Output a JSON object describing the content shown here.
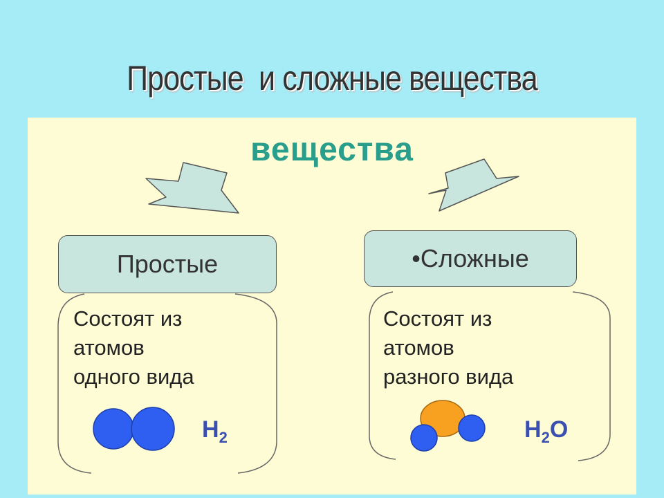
{
  "title": "Простые  и сложные вещества",
  "root": {
    "label": "вещества"
  },
  "simple": {
    "category": "Простые",
    "description": "Состоят из\nатомов\nодного вида",
    "formula": {
      "base": "H",
      "sub": "2"
    }
  },
  "complex": {
    "category": "•Сложные",
    "description": "Состоят из\nатомов\nразного вида",
    "formula": {
      "base": "H",
      "sub": "2",
      "tail": "O"
    }
  },
  "colors": {
    "background": "#a6ecf6",
    "panel": "#fdfcd4",
    "root_text": "#2a9e8c",
    "category_box": "#c8e6de",
    "atom_blue": "#2f5ff0",
    "atom_orange": "#f8a020",
    "formula_text": "#3a4fb0"
  },
  "icons": [
    "arrow-down-right-icon",
    "arrow-down-left-icon",
    "hydrogen-molecule-icon",
    "water-molecule-icon"
  ]
}
